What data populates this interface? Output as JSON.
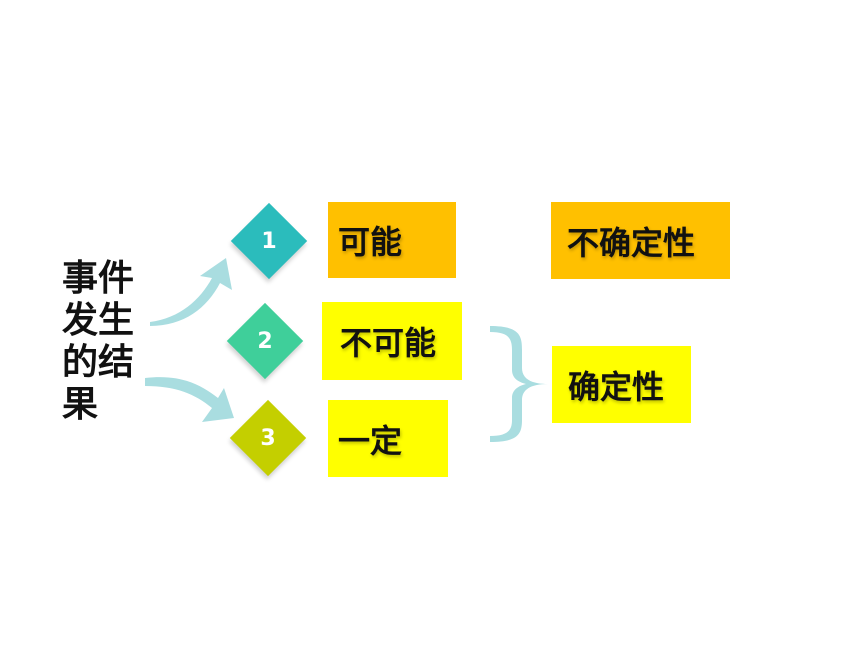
{
  "title": "事件发生的结果",
  "items": [
    {
      "number": "1",
      "label": "可能",
      "diamond_color": "#2bbcbc",
      "box_color": "#ffc000"
    },
    {
      "number": "2",
      "label": "不可能",
      "diamond_color": "#3fcf9a",
      "box_color": "#ffff00"
    },
    {
      "number": "3",
      "label": "一定",
      "diamond_color": "#c4cf00",
      "box_color": "#ffff00"
    }
  ],
  "uncertain_label": "不确定性",
  "certain_label": "确定性",
  "colors": {
    "arrow": "#a9dde0",
    "brace": "#a9dde0"
  }
}
